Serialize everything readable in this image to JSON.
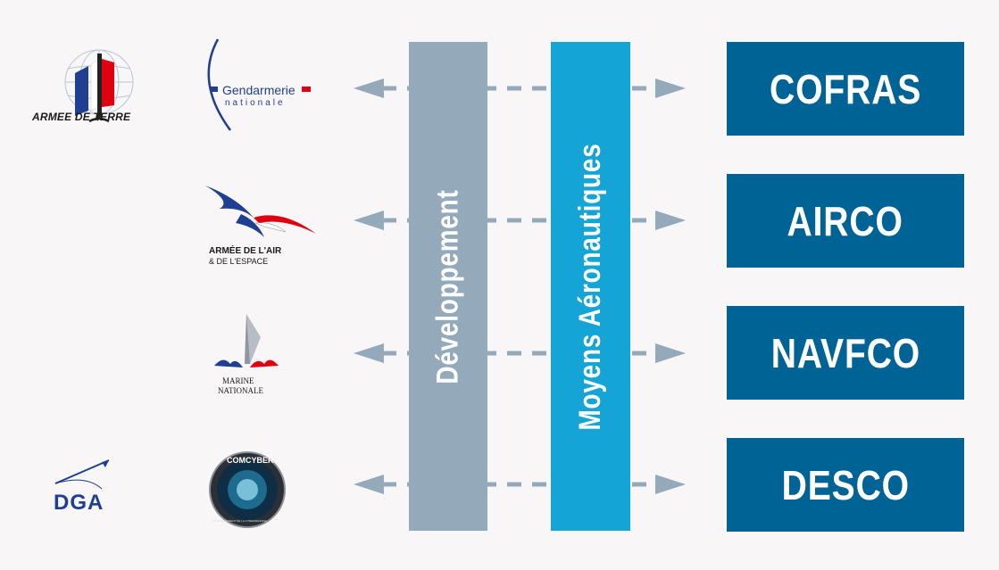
{
  "bars": {
    "developpement": "Développement",
    "moyens": "Moyens Aéronautiques"
  },
  "boxes": [
    "COFRAS",
    "AIRCO",
    "NAVFCO",
    "DESCO"
  ],
  "logos": {
    "armee_de_terre": "ARMEE DE TERRE",
    "gendarmerie_1": "Gendarmerie",
    "gendarmerie_2": "nationale",
    "armee_air_1": "ARMÉE DE L'AIR",
    "armee_air_2": "& DE L'ESPACE",
    "marine_1": "MARINE",
    "marine_2": "NATIONALE",
    "dga": "DGA",
    "comcyber": "COMCYBER",
    "comcyber_sub": "COMMANDEMENT DE LA CYBERDÉFENSE"
  },
  "colors": {
    "background": "#f8f6f7",
    "bar_developpement": "#94a9b9",
    "bar_moyens": "#15a4d6",
    "box": "#006396",
    "arrow": "#94a9b9",
    "french_blue": "#1f3f93",
    "french_red": "#e1000f"
  }
}
